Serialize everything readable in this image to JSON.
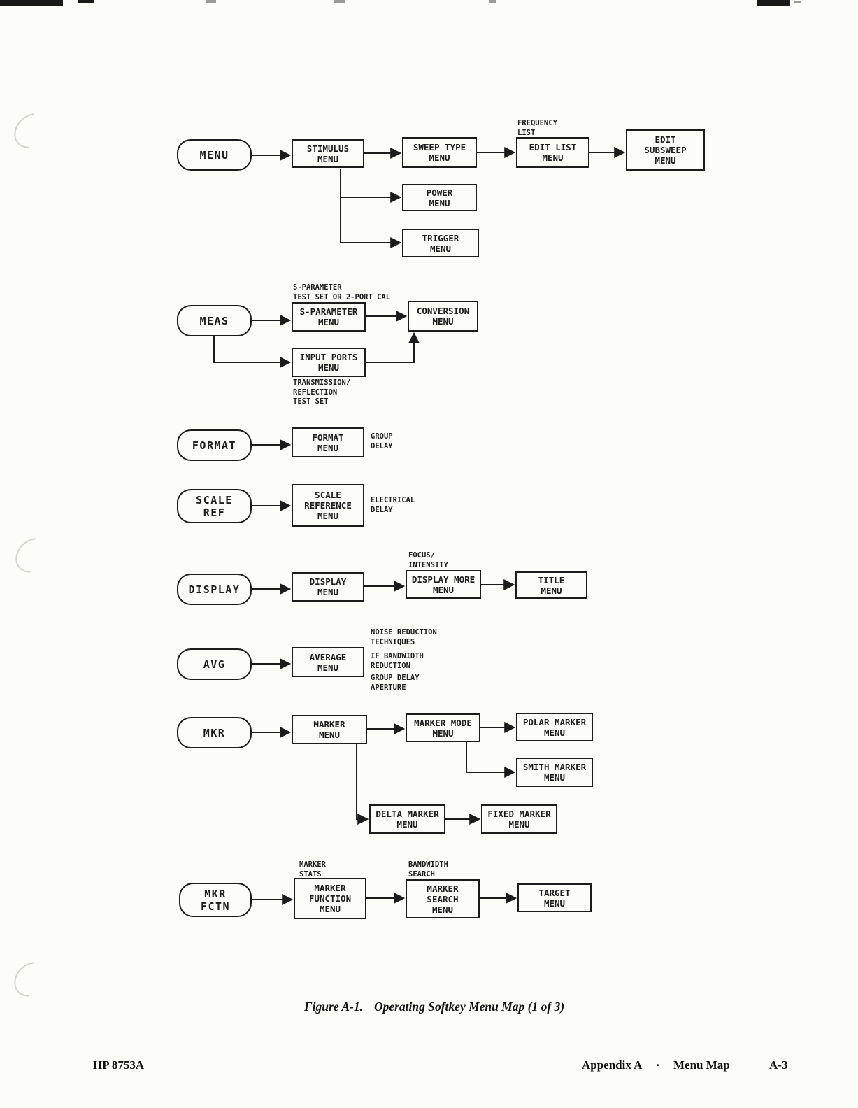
{
  "page": {
    "caption_figure": "Figure A-1.",
    "caption_title": "Operating Softkey Menu Map (1 of 3)",
    "footer_left": "HP 8753A",
    "footer_appendix": "Appendix A",
    "footer_separator": "·",
    "footer_section": "Menu Map",
    "footer_page": "A-3"
  },
  "diagram": {
    "menu_row": {
      "key": "MENU",
      "stimulus_menu": "STIMULUS\nMENU",
      "sweep_type_menu": "SWEEP TYPE\nMENU",
      "frequency_list_note": "FREQUENCY\nLIST",
      "edit_list_menu": "EDIT LIST\nMENU",
      "edit_subsweep_menu": "EDIT\nSUBSWEEP\nMENU",
      "power_menu": "POWER\nMENU",
      "trigger_menu": "TRIGGER\nMENU"
    },
    "meas_row": {
      "key": "MEAS",
      "s_parameter_note": "S-PARAMETER\nTEST SET OR 2-PORT CAL",
      "s_parameter_menu": "S-PARAMETER\nMENU",
      "conversion_menu": "CONVERSION\nMENU",
      "input_ports_menu": "INPUT PORTS\nMENU",
      "transmission_note": "TRANSMISSION/\nREFLECTION\nTEST SET"
    },
    "format_row": {
      "key": "FORMAT",
      "format_menu": "FORMAT\nMENU",
      "group_delay_note": "GROUP\nDELAY"
    },
    "scale_row": {
      "key": "SCALE\nREF",
      "scale_reference_menu": "SCALE\nREFERENCE\nMENU",
      "electrical_delay_note": "ELECTRICAL\nDELAY"
    },
    "display_row": {
      "key": "DISPLAY",
      "display_menu": "DISPLAY\nMENU",
      "focus_intensity_note": "FOCUS/\nINTENSITY",
      "display_more_menu": "DISPLAY MORE\nMENU",
      "title_menu": "TITLE\nMENU"
    },
    "avg_row": {
      "key": "AVG",
      "average_menu": "AVERAGE\nMENU",
      "noise_reduction_note": "NOISE REDUCTION\nTECHNIQUES",
      "if_bandwidth_note": "IF BANDWIDTH\nREDUCTION",
      "group_delay_aperture_note": "GROUP DELAY\nAPERTURE"
    },
    "mkr_row": {
      "key": "MKR",
      "marker_menu": "MARKER\nMENU",
      "marker_mode_menu": "MARKER MODE\nMENU",
      "polar_marker_menu": "POLAR MARKER\nMENU",
      "smith_marker_menu": "SMITH MARKER\nMENU",
      "delta_marker_menu": "DELTA MARKER\nMENU",
      "fixed_marker_menu": "FIXED MARKER\nMENU"
    },
    "mkr_fctn_row": {
      "key": "MKR\nFCTN",
      "marker_stats_note": "MARKER\nSTATS",
      "bandwidth_search_note": "BANDWIDTH\nSEARCH",
      "marker_function_menu": "MARKER\nFUNCTION\nMENU",
      "marker_search_menu": "MARKER\nSEARCH\nMENU",
      "target_menu": "TARGET\nMENU"
    }
  }
}
